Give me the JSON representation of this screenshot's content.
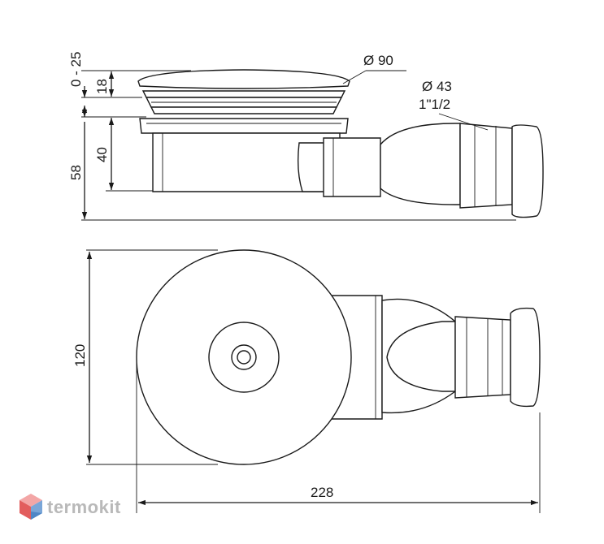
{
  "dimensions": {
    "adjust_range": "0 - 25",
    "grate_height": "18",
    "body_height": "40",
    "total_height": "58",
    "grate_diameter": "Ø 90",
    "outlet_diameter": "Ø 43",
    "outlet_thread": "1\"1/2",
    "plan_width": "120",
    "total_length": "228"
  },
  "brand": {
    "name": "termokit",
    "colors": {
      "text": "#b9b9b9",
      "mark_top": "#f3a6a6",
      "mark_left": "#e25d5d",
      "mark_right": "#7aa6d8",
      "mark_bottom": "#4f86c6"
    }
  }
}
